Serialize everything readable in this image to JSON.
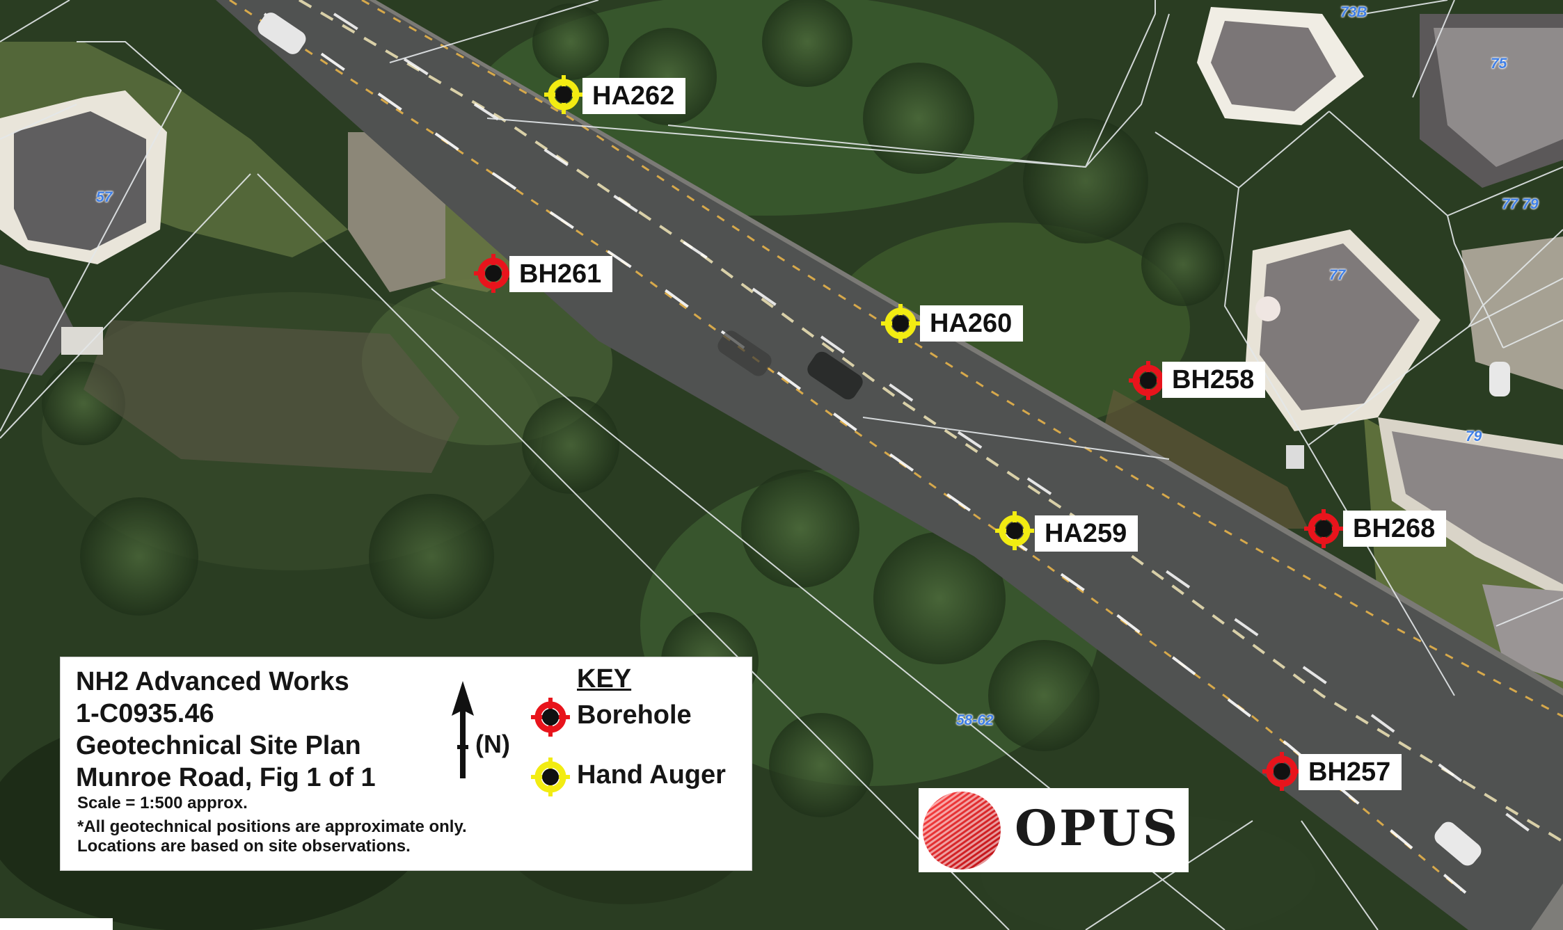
{
  "markers": [
    {
      "id": "HA262",
      "type": "hand-auger",
      "label": "HA262"
    },
    {
      "id": "BH261",
      "type": "borehole",
      "label": "BH261"
    },
    {
      "id": "HA260",
      "type": "hand-auger",
      "label": "HA260"
    },
    {
      "id": "BH258",
      "type": "borehole",
      "label": "BH258"
    },
    {
      "id": "HA259",
      "type": "hand-auger",
      "label": "HA259"
    },
    {
      "id": "BH268",
      "type": "borehole",
      "label": "BH268"
    },
    {
      "id": "BH257",
      "type": "borehole",
      "label": "BH257"
    }
  ],
  "lot_numbers": [
    "57",
    "73B",
    "75",
    "77 79",
    "77",
    "79",
    "58-62"
  ],
  "info": {
    "line1": "NH2 Advanced Works",
    "line2": "1-C0935.46",
    "line3": "Geotechnical Site Plan",
    "line4": "Munroe Road, Fig 1 of 1",
    "scale": "Scale = 1:500 approx.",
    "note1": "*All geotechnical positions are approximate only.",
    "note2": "Locations are based on site observations.",
    "north": "(N)"
  },
  "key": {
    "title": "KEY",
    "borehole": "Borehole",
    "hand_auger": "Hand Auger"
  },
  "logo": {
    "text": "OPUS"
  },
  "colors": {
    "borehole": "#e8141c",
    "hand_auger": "#f2ec12",
    "lot_label": "#3f7fe6",
    "road": "#4f5150",
    "vegetation": "#2c4424"
  }
}
